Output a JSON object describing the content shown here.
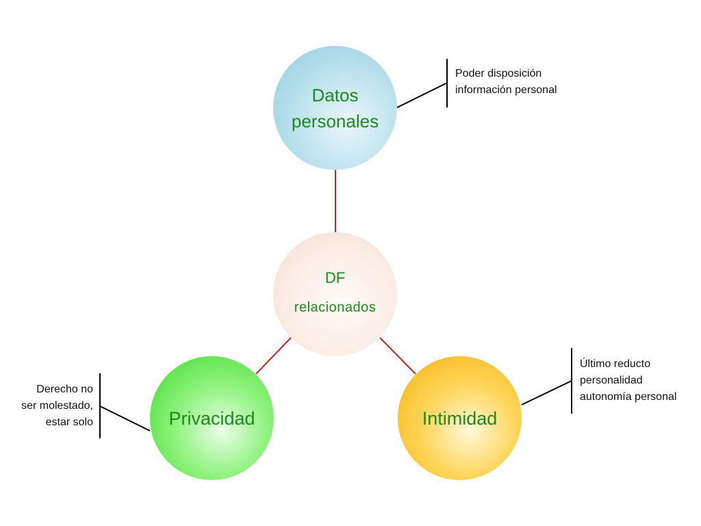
{
  "nodes": {
    "datos": {
      "label": "Datos\npersonales",
      "color": "#8fcbe0"
    },
    "center": {
      "label": "DF",
      "sublabel": "relacionados",
      "color": "#f3dcd1"
    },
    "privacidad": {
      "label": "Privacidad",
      "color": "#3fd82c"
    },
    "intimidad": {
      "label": "Intimidad",
      "color": "#f2b20c"
    }
  },
  "notes": {
    "datos": "Poder disposición\ninformación personal",
    "intimidad": "Último reducto\npersonalidad\nautonomía personal",
    "privacidad": "Derecho no\nser molestado,\nestar solo"
  },
  "colors": {
    "node_text": "#1a8a1a",
    "connector": "#cc1f1f",
    "bracket": "#000000"
  }
}
